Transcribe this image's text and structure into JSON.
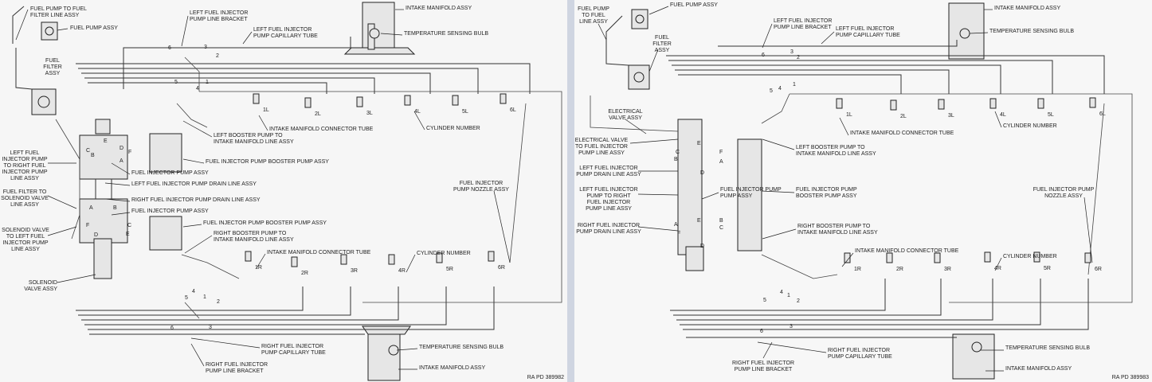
{
  "sheets": [
    {
      "id": "left",
      "plate_number": "RA PD 389982",
      "labels": [
        {
          "key": "fuel_pump_to_filter",
          "lines": [
            "FUEL PUMP TO FUEL",
            "FILTER LINE ASSY"
          ]
        },
        {
          "key": "fuel_pump",
          "lines": [
            "FUEL PUMP ASSY"
          ]
        },
        {
          "key": "fuel_filter",
          "lines": [
            "FUEL",
            "FILTER",
            "ASSY"
          ]
        },
        {
          "key": "left_bracket",
          "lines": [
            "LEFT FUEL INJECTOR",
            "PUMP LINE BRACKET"
          ]
        },
        {
          "key": "left_capillary",
          "lines": [
            "LEFT FUEL INJECTOR",
            "PUMP CAPILLARY TUBE"
          ]
        },
        {
          "key": "intake_top",
          "lines": [
            "INTAKE MANIFOLD ASSY"
          ]
        },
        {
          "key": "temp_top",
          "lines": [
            "TEMPERATURE SENSING BULB"
          ]
        },
        {
          "key": "intake_conn_top",
          "lines": [
            "INTAKE MANIFOLD CONNECTOR TUBE"
          ]
        },
        {
          "key": "cyl_top",
          "lines": [
            "CYLINDER NUMBER"
          ]
        },
        {
          "key": "left_booster",
          "lines": [
            "LEFT BOOSTER PUMP TO",
            "INTAKE MANIFOLD LINE ASSY"
          ]
        },
        {
          "key": "booster_top",
          "lines": [
            "FUEL INJECTOR PUMP BOOSTER PUMP ASSY"
          ]
        },
        {
          "key": "inj_pump_top",
          "lines": [
            "FUEL INJECTOR PUMP ASSY"
          ]
        },
        {
          "key": "left_drain",
          "lines": [
            "LEFT FUEL INJECTOR PUMP DRAIN LINE ASSY"
          ]
        },
        {
          "key": "right_drain",
          "lines": [
            "RIGHT FUEL INJECTOR PUMP DRAIN LINE ASSY"
          ]
        },
        {
          "key": "inj_pump_bottom",
          "lines": [
            "FUEL INJECTOR PUMP ASSY"
          ]
        },
        {
          "key": "booster_bottom",
          "lines": [
            "FUEL INJECTOR PUMP BOOSTER PUMP ASSY"
          ]
        },
        {
          "key": "right_booster",
          "lines": [
            "RIGHT BOOSTER PUMP TO",
            "INTAKE MANIFOLD LINE ASSY"
          ]
        },
        {
          "key": "intake_conn_bottom",
          "lines": [
            "INTAKE MANIFOLD CONNECTOR TUBE"
          ]
        },
        {
          "key": "cyl_bottom",
          "lines": [
            "CYLINDER NUMBER"
          ]
        },
        {
          "key": "nozzle",
          "lines": [
            "FUEL INJECTOR",
            "PUMP NOZZLE ASSY"
          ]
        },
        {
          "key": "left_to_right",
          "lines": [
            "LEFT FUEL",
            "INJECTOR PUMP",
            "TO RIGHT FUEL",
            "INJECTOR PUMP",
            "LINE ASSY"
          ]
        },
        {
          "key": "filter_to_solenoid",
          "lines": [
            "FUEL FILTER TO",
            "SOLENOID VALVE",
            "LINE ASSY"
          ]
        },
        {
          "key": "solenoid_to_left",
          "lines": [
            "SOLENOID VALVE",
            "TO LEFT FUEL",
            "INJECTOR PUMP",
            "LINE ASSY"
          ]
        },
        {
          "key": "solenoid",
          "lines": [
            "SOLENOID",
            "VALVE ASSY"
          ]
        },
        {
          "key": "temp_bottom",
          "lines": [
            "TEMPERATURE SENSING BULB"
          ]
        },
        {
          "key": "intake_bottom",
          "lines": [
            "INTAKE MANIFOLD ASSY"
          ]
        },
        {
          "key": "right_capillary",
          "lines": [
            "RIGHT FUEL INJECTOR",
            "PUMP CAPILLARY TUBE"
          ]
        },
        {
          "key": "right_bracket",
          "lines": [
            "RIGHT FUEL INJECTOR",
            "PUMP LINE BRACKET"
          ]
        }
      ],
      "cylinders_top": [
        "1L",
        "2L",
        "3L",
        "4L",
        "5L",
        "6L"
      ],
      "cylinders_bottom": [
        "1R",
        "2R",
        "3R",
        "4R",
        "5R",
        "6R"
      ],
      "bracket_numbers_top": [
        "6",
        "3",
        "2",
        "1",
        "4",
        "5"
      ],
      "bracket_numbers_bottom": [
        "4",
        "1",
        "5",
        "2",
        "6",
        "3"
      ],
      "pump_letters_top": [
        "C",
        "E",
        "D",
        "B",
        "F",
        "A"
      ],
      "pump_letters_bottom": [
        "A",
        "B",
        "F",
        "C",
        "D",
        "E"
      ]
    },
    {
      "id": "right",
      "plate_number": "RA PD 389983",
      "labels": [
        {
          "key": "fuel_pump",
          "lines": [
            "FUEL PUMP ASSY"
          ]
        },
        {
          "key": "fuel_pump_to_filter",
          "lines": [
            "FUEL PUMP",
            "TO FUEL",
            "LINE ASSY"
          ]
        },
        {
          "key": "fuel_filter",
          "lines": [
            "FUEL",
            "FILTER",
            "ASSY"
          ]
        },
        {
          "key": "left_bracket",
          "lines": [
            "LEFT FUEL INJECTOR",
            "PUMP LINE BRACKET"
          ]
        },
        {
          "key": "left_capillary",
          "lines": [
            "LEFT FUEL INJECTOR",
            "PUMP CAPILLARY TUBE"
          ]
        },
        {
          "key": "intake_top",
          "lines": [
            "INTAKE MANIFOLD ASSY"
          ]
        },
        {
          "key": "temp_top",
          "lines": [
            "TEMPERATURE SENSING BULB"
          ]
        },
        {
          "key": "electrical_valve",
          "lines": [
            "ELECTRICAL",
            "VALVE ASSY"
          ]
        },
        {
          "key": "intake_conn_top",
          "lines": [
            "INTAKE MANIFOLD CONNECTOR TUBE"
          ]
        },
        {
          "key": "cyl_top",
          "lines": [
            "CYLINDER NUMBER"
          ]
        },
        {
          "key": "elec_to_left",
          "lines": [
            "ELECTRICAL VALVE",
            "TO FUEL INJECTOR",
            "PUMP LINE ASSY"
          ]
        },
        {
          "key": "left_booster",
          "lines": [
            "LEFT BOOSTER PUMP TO",
            "INTAKE MANIFOLD LINE ASSY"
          ]
        },
        {
          "key": "left_drain",
          "lines": [
            "LEFT FUEL INJECTOR",
            "PUMP DRAIN LINE ASSY"
          ]
        },
        {
          "key": "left_to_right",
          "lines": [
            "LEFT FUEL INJECTOR",
            "PUMP TO RIGHT",
            "FUEL INJECTOR",
            "PUMP LINE ASSY"
          ]
        },
        {
          "key": "inj_pump",
          "lines": [
            "FUEL INJECTOR PUMP",
            "PUMP ASSY"
          ]
        },
        {
          "key": "booster",
          "lines": [
            "FUEL INJECTOR PUMP",
            "BOOSTER PUMP ASSY"
          ]
        },
        {
          "key": "nozzle",
          "lines": [
            "FUEL INJECTOR PUMP",
            "NOZZLE ASSY"
          ]
        },
        {
          "key": "right_drain",
          "lines": [
            "RIGHT FUEL INJECTOR",
            "PUMP DRAIN LINE ASSY"
          ]
        },
        {
          "key": "right_booster",
          "lines": [
            "RIGHT BOOSTER PUMP TO",
            "INTAKE MANIFOLD LINE ASSY"
          ]
        },
        {
          "key": "intake_conn_bottom",
          "lines": [
            "INTAKE MANIFOLD CONNECTOR TUBE"
          ]
        },
        {
          "key": "cyl_bottom",
          "lines": [
            "CYLINDER NUMBER"
          ]
        },
        {
          "key": "right_bracket",
          "lines": [
            "RIGHT FUEL INJECTOR",
            "PUMP LINE BRACKET"
          ]
        },
        {
          "key": "right_capillary",
          "lines": [
            "RIGHT FUEL INJECTOR",
            "PUMP CAPILLARY TUBE"
          ]
        },
        {
          "key": "temp_bottom",
          "lines": [
            "TEMPERATURE SENSING BULB"
          ]
        },
        {
          "key": "intake_bottom",
          "lines": [
            "INTAKE MANIFOLD ASSY"
          ]
        }
      ],
      "cylinders_top": [
        "1L",
        "2L",
        "3L",
        "4L",
        "5L",
        "6L"
      ],
      "cylinders_bottom": [
        "1R",
        "2R",
        "3R",
        "4R",
        "5R",
        "6R"
      ],
      "bracket_numbers_top": [
        "6",
        "3",
        "2",
        "1",
        "4",
        "5"
      ],
      "bracket_numbers_bottom": [
        "4",
        "1",
        "5",
        "2",
        "6",
        "3"
      ],
      "pump_letters_top": [
        "C",
        "E",
        "B",
        "F",
        "A",
        "D"
      ],
      "pump_letters_bottom": [
        "B",
        "E",
        "A",
        "C",
        "F",
        "D"
      ]
    }
  ]
}
